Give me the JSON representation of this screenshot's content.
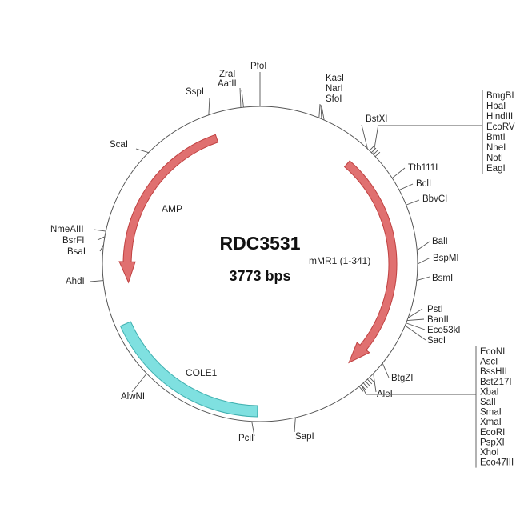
{
  "plasmid": {
    "name": "RDC3531",
    "length_label": "3773 bps"
  },
  "features": [
    {
      "name": "AMP",
      "color": "#e07070"
    },
    {
      "name": "mMR1 (1-341)",
      "color": "#e07070"
    },
    {
      "name": "COLE1",
      "color": "#7fe0e0"
    }
  ],
  "sites": {
    "zral": "ZraI",
    "aatii": "AatII",
    "pfol": "PfoI",
    "kasi": "KasI",
    "nari": "NarI",
    "sfoi": "SfoI",
    "sspi": "SspI",
    "scai": "ScaI",
    "bstxi": "BstXI",
    "tth111i": "Tth111I",
    "bcli": "BclI",
    "bbvci": "BbvCI",
    "bali": "BalI",
    "bspmi": "BspMI",
    "bsmi": "BsmI",
    "psti": "PstI",
    "banii": "BanII",
    "eco53ki": "Eco53kI",
    "saci": "SacI",
    "btgzi": "BtgZI",
    "alei": "AleI",
    "sapi": "SapI",
    "pcii": "PciI",
    "alwni": "AlwNI",
    "ahdi": "AhdI",
    "nmeaiii": "NmeAIII",
    "bsrfi": "BsrFI",
    "bsai": "BsaI"
  },
  "cluster1": [
    "BmgBI",
    "HpaI",
    "HindIII",
    "EcoRV",
    "BmtI",
    "NheI",
    "NotI",
    "EagI"
  ],
  "cluster2": [
    "EcoNI",
    "AscI",
    "BssHII",
    "BstZ17I",
    "XbaI",
    "SalI",
    "SmaI",
    "XmaI",
    "EcoRI",
    "PspXI",
    "XhoI",
    "Eco47III"
  ]
}
